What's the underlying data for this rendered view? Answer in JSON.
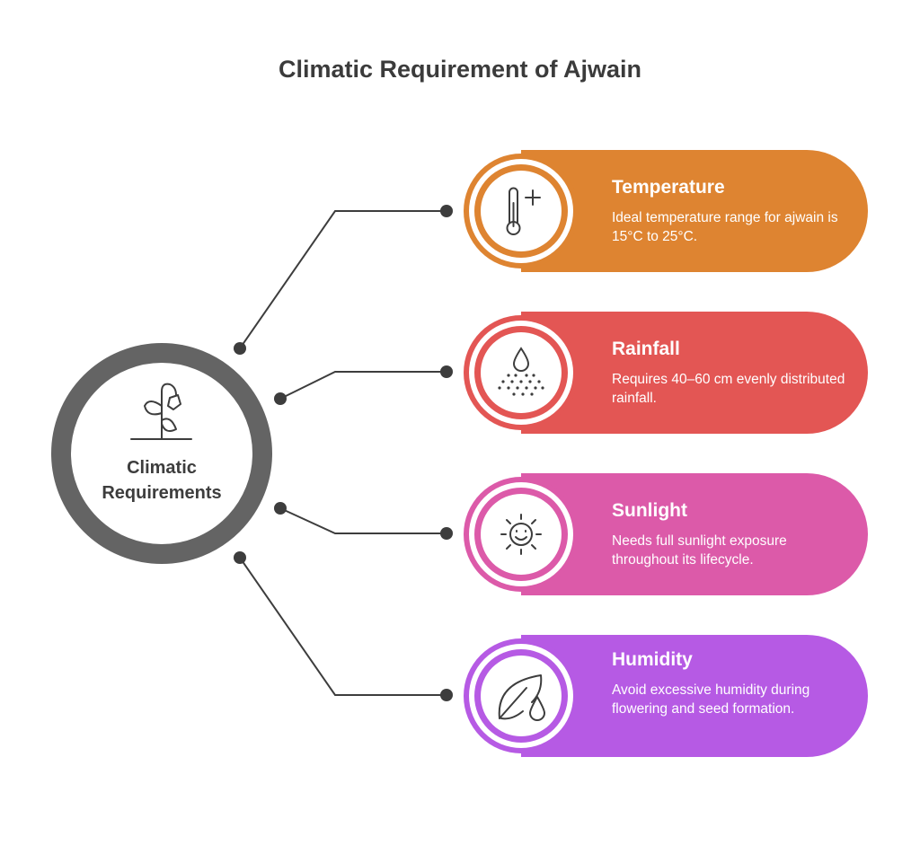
{
  "title": "Climatic Requirement of Ajwain",
  "hub": {
    "label_line1": "Climatic",
    "label_line2": "Requirements",
    "icon": "wilting-plant-icon"
  },
  "colors": {
    "hub_ring": "#646464",
    "connector": "#3d3d3d",
    "text_dark": "#3b3b3b"
  },
  "cards": [
    {
      "title": "Temperature",
      "description": "Ideal temperature range for ajwain is 15°C to 25°C.",
      "icon": "thermometer-icon",
      "color": "#DE8431"
    },
    {
      "title": "Rainfall",
      "description": "Requires 40–60 cm evenly distributed rainfall.",
      "icon": "rain-drop-icon",
      "color": "#E35654"
    },
    {
      "title": "Sunlight",
      "description": "Needs full sunlight exposure throughout its lifecycle.",
      "icon": "smiling-sun-icon",
      "color": "#DC5AA9"
    },
    {
      "title": "Humidity",
      "description": "Avoid excessive humidity during flowering and seed formation.",
      "icon": "leaf-drop-icon",
      "color": "#B65AE4"
    }
  ]
}
